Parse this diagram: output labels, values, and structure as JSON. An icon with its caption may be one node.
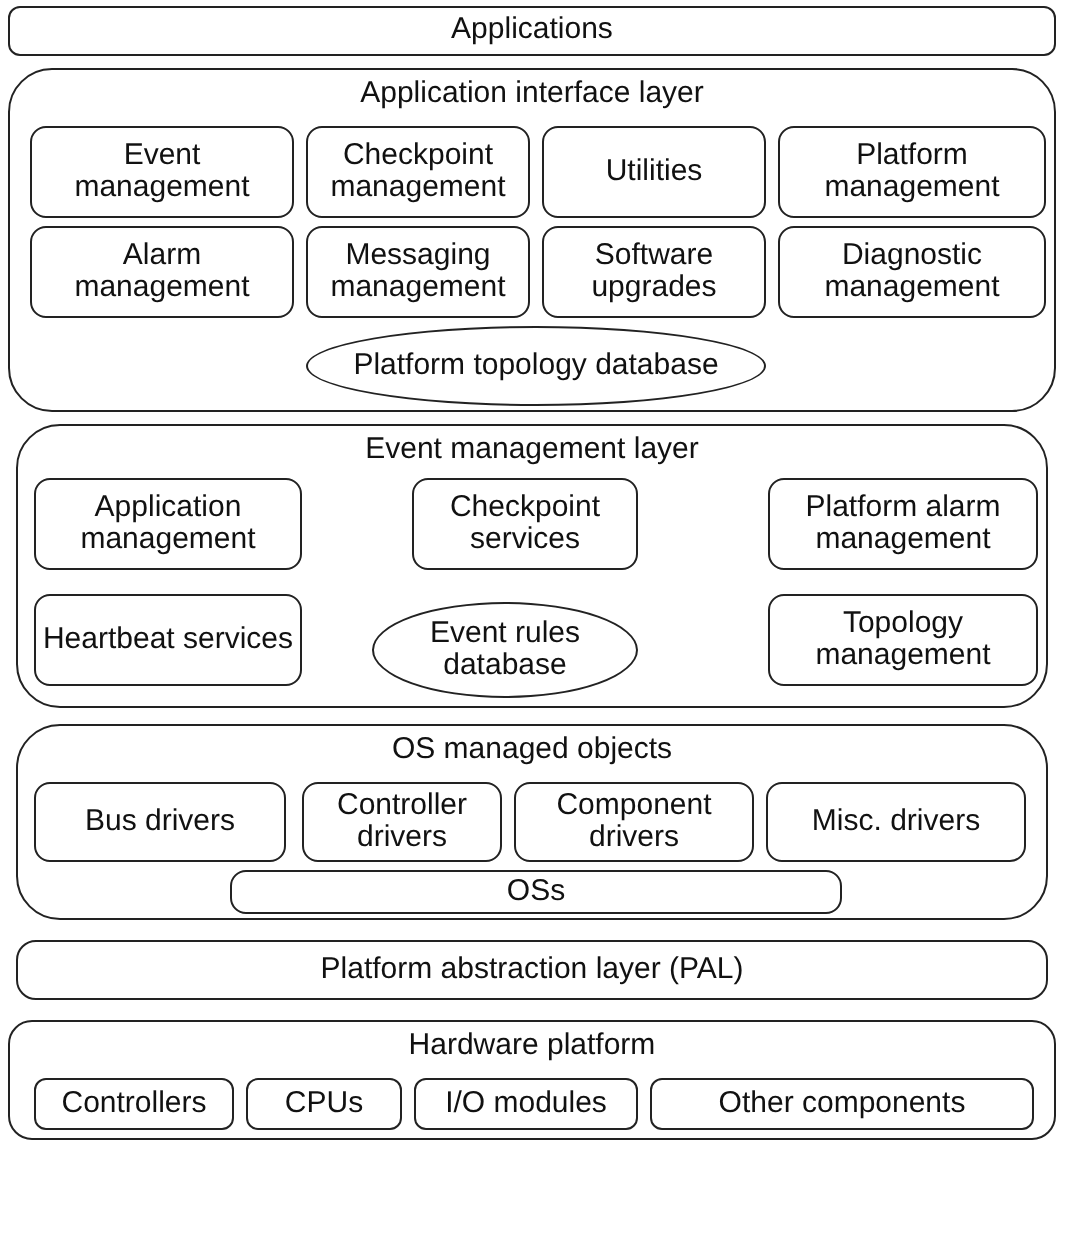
{
  "diagram": {
    "nodes": [
      {
        "text": [
          "Applications"
        ]
      },
      {
        "text": [
          "Application interface layer"
        ]
      },
      {
        "text": [
          "Event management"
        ],
        "in": 1
      },
      {
        "text": [
          "Checkpoint management"
        ],
        "in": 1
      },
      {
        "text": [
          "Utilities"
        ],
        "in": 1
      },
      {
        "text": [
          "Platform management"
        ],
        "in": 1
      },
      {
        "text": [
          "Alarm management"
        ],
        "in": 1
      },
      {
        "text": [
          "Messaging management"
        ],
        "in": 1
      },
      {
        "text": [
          "Software upgrades"
        ],
        "in": 1
      },
      {
        "text": [
          "Diagnostic management"
        ],
        "in": 1
      },
      {
        "text": [
          "Platform topology database"
        ],
        "in": 1
      },
      {
        "text": [
          "Event management layer"
        ]
      },
      {
        "text": [
          "Application management"
        ],
        "in": 11
      },
      {
        "text": [
          "Checkpoint services"
        ],
        "in": 11
      },
      {
        "text": [
          "Platform alarm management"
        ],
        "in": 11
      },
      {
        "text": [
          "Heartbeat services"
        ],
        "in": 11
      },
      {
        "text": [
          "Event rules database"
        ],
        "in": 11
      },
      {
        "text": [
          "Topology management"
        ],
        "in": 11
      },
      {
        "text": [
          "OS managed objects"
        ]
      },
      {
        "text": [
          "Bus drivers"
        ],
        "in": 18
      },
      {
        "text": [
          "Controller drivers"
        ],
        "in": 18
      },
      {
        "text": [
          "Component drivers"
        ],
        "in": 18
      },
      {
        "text": [
          "Misc. drivers"
        ],
        "in": 18
      },
      {
        "text": [
          "OSs"
        ],
        "in": 18
      },
      {
        "text": [
          "Platform abstraction layer (PAL)"
        ]
      },
      {
        "text": [
          "Hardware platform"
        ]
      },
      {
        "text": [
          "Controllers"
        ],
        "in": 25
      },
      {
        "text": [
          "CPUs"
        ],
        "in": 25
      },
      {
        "text": [
          "I/O modules"
        ],
        "in": 25
      },
      {
        "text": [
          "Other components"
        ],
        "in": 25
      }
    ]
  }
}
